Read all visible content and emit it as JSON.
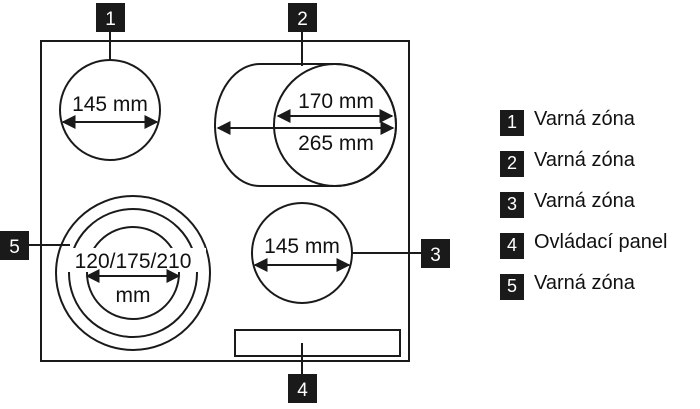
{
  "diagram": {
    "zones": [
      {
        "number": "1",
        "label": "145 mm"
      },
      {
        "number": "2",
        "label_inner": "170 mm",
        "label_outer": "265 mm"
      },
      {
        "number": "3",
        "label": "145 mm"
      },
      {
        "number": "4"
      },
      {
        "number": "5",
        "label_line1": "120/175/210",
        "label_line2": "mm"
      }
    ]
  },
  "legend": {
    "items": [
      {
        "number": "1",
        "text": "Varná zóna"
      },
      {
        "number": "2",
        "text": "Varná zóna"
      },
      {
        "number": "3",
        "text": "Varná zóna"
      },
      {
        "number": "4",
        "text": "Ovládací panel"
      },
      {
        "number": "5",
        "text": "Varná zóna"
      }
    ]
  },
  "colors": {
    "ink": "#1a1a1a",
    "background": "#ffffff"
  }
}
